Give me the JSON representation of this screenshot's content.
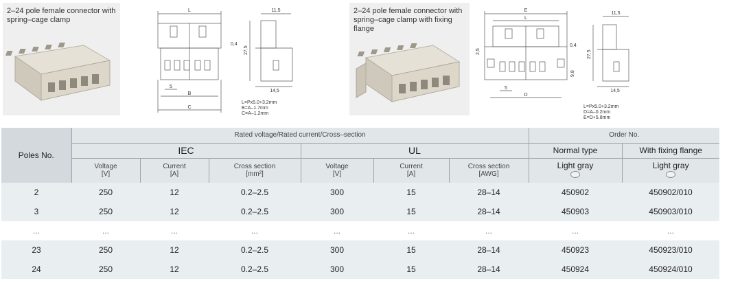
{
  "products": [
    {
      "title_line1": "2–24 pole female connector with",
      "title_line2": "spring–cage clamp",
      "dims": {
        "L": "L",
        "B": "B",
        "C": "C",
        "d115": "11,5",
        "d275": "27,5",
        "d04": "0,4",
        "d5": "5",
        "d145": "14,5"
      },
      "formulas": [
        "L=Px5.0+3.2mm",
        "B=A–1.7mm",
        "C=A–1.2mm"
      ]
    },
    {
      "title_line1": "2–24 pole female connector with",
      "title_line2": "spring–cage clamp with fixing flange",
      "dims": {
        "E": "E",
        "L": "L",
        "D": "D",
        "d115": "11,5",
        "d275": "27,5",
        "d04": "0,4",
        "d5": "5",
        "d25": "2,5",
        "d98": "9,8",
        "d145": "14,5"
      },
      "formulas": [
        "L=Px5.0+3.2mm",
        "D=A–0.2mm",
        "E=D+5.8mm"
      ]
    }
  ],
  "table": {
    "poles_header": "Poles No.",
    "rated_header": "Rated voltage/Rated current/Cross–section",
    "order_header": "Order No.",
    "iec": "IEC",
    "ul": "UL",
    "normal_type": "Normal type",
    "fixing_flange": "With fixing flange",
    "subheaders": {
      "iec_voltage": [
        "Voltage",
        "[V]"
      ],
      "iec_current": [
        "Current",
        "[A]"
      ],
      "iec_cross": [
        "Cross section",
        "[mm²]"
      ],
      "ul_voltage": [
        "Voltage",
        "[V]"
      ],
      "ul_current": [
        "Current",
        "[A]"
      ],
      "ul_cross": [
        "Cross section",
        "[AWG]"
      ],
      "light_gray_normal": "Light gray",
      "light_gray_flange": "Light gray"
    },
    "rows": [
      {
        "poles": "2",
        "iec_v": "250",
        "iec_a": "12",
        "iec_cs": "0.2–2.5",
        "ul_v": "300",
        "ul_a": "15",
        "ul_cs": "28–14",
        "normal": "450902",
        "flange": "450902/010"
      },
      {
        "poles": "3",
        "iec_v": "250",
        "iec_a": "12",
        "iec_cs": "0.2–2.5",
        "ul_v": "300",
        "ul_a": "15",
        "ul_cs": "28–14",
        "normal": "450903",
        "flange": "450903/010"
      },
      {
        "poles": "...",
        "iec_v": "...",
        "iec_a": "...",
        "iec_cs": "...",
        "ul_v": "...",
        "ul_a": "...",
        "ul_cs": "...",
        "normal": "...",
        "flange": "..."
      },
      {
        "poles": "23",
        "iec_v": "250",
        "iec_a": "12",
        "iec_cs": "0.2–2.5",
        "ul_v": "300",
        "ul_a": "15",
        "ul_cs": "28–14",
        "normal": "450923",
        "flange": "450923/010"
      },
      {
        "poles": "24",
        "iec_v": "250",
        "iec_a": "12",
        "iec_cs": "0.2–2.5",
        "ul_v": "300",
        "ul_a": "15",
        "ul_cs": "28–14",
        "normal": "450924",
        "flange": "450924/010"
      }
    ]
  }
}
